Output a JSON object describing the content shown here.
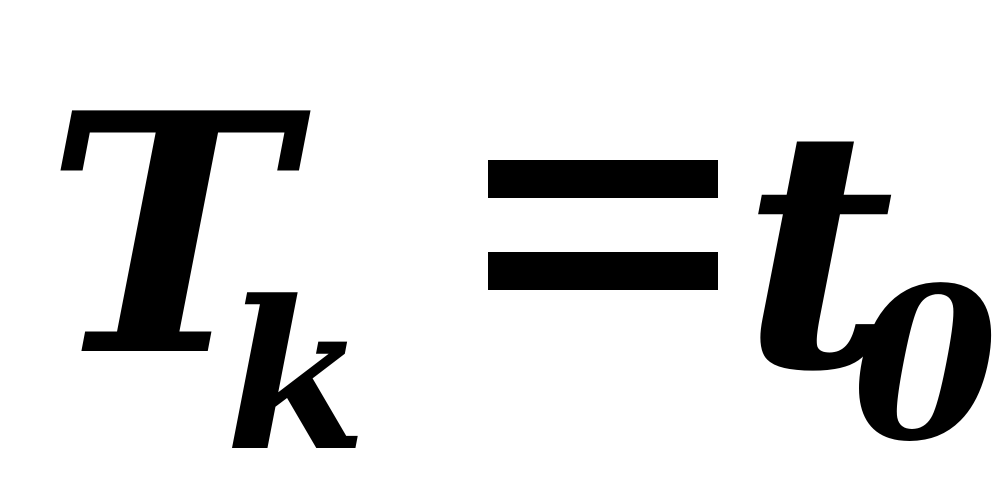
{
  "formula": {
    "main_symbol": "T",
    "main_subscript": "k",
    "operator": "=",
    "rhs_symbol": "t",
    "rhs_subscript": "0"
  },
  "colors": {
    "text": "#000000",
    "background": "#ffffff"
  }
}
